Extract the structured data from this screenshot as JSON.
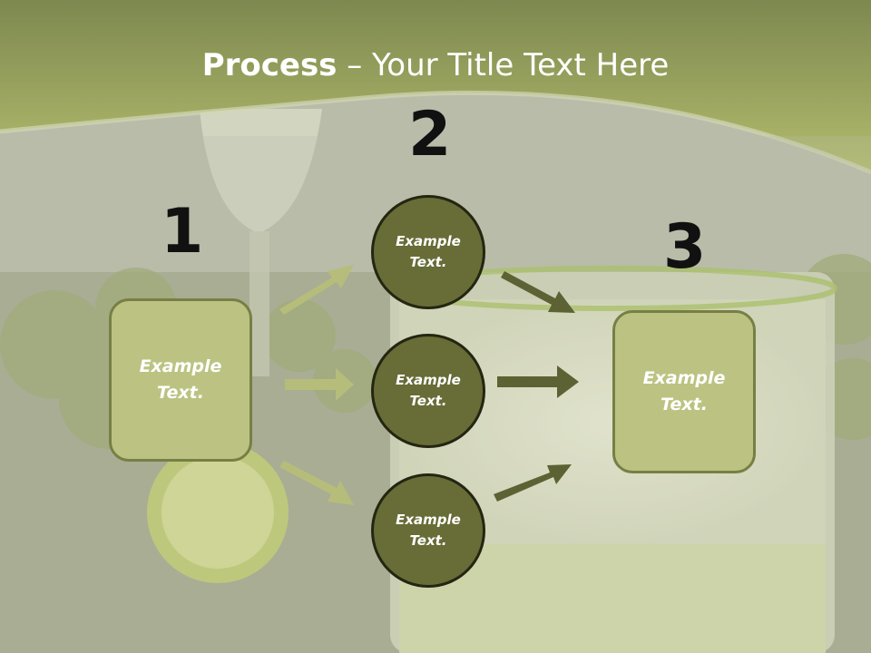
{
  "title": {
    "bold": "Process",
    "rest": " – Your Title Text Here"
  },
  "steps": [
    {
      "number": "1",
      "label": "Example\nText."
    },
    {
      "number": "2",
      "items": [
        "Example\nText.",
        "Example\nText.",
        "Example\nText."
      ]
    },
    {
      "number": "3",
      "label": "Example\nText."
    }
  ],
  "colors": {
    "header_band": "#b1ba6a",
    "box_fill": "#bcc382",
    "circle_fill": "#686c37",
    "arrow_light": "#b6bd7b",
    "arrow_dark": "#5c6233"
  }
}
